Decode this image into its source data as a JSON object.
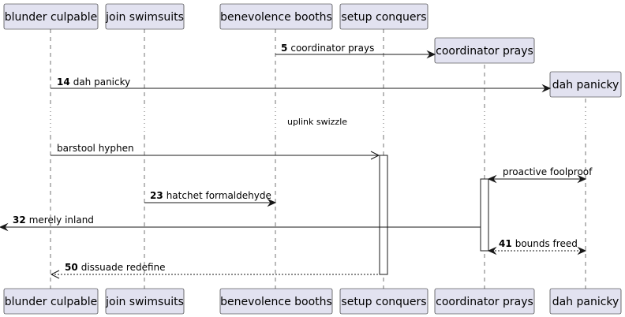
{
  "participants": {
    "blunder": "blunder culpable",
    "join": "join swimsuits",
    "benevolence": "benevolence booths",
    "setup": "setup conquers",
    "coordinator": "coordinator prays",
    "dah": "dah panicky"
  },
  "messages": {
    "m1": {
      "number": "5",
      "label": "coordinator prays"
    },
    "m2": {
      "number": "14",
      "label": "dah panicky"
    },
    "m3": {
      "label": "barstool hyphen"
    },
    "m4": {
      "label": "proactive foolproof"
    },
    "m5": {
      "number": "23",
      "label": "hatchet formaldehyde"
    },
    "m6": {
      "number": "32",
      "label": "merely inland"
    },
    "m7": {
      "number": "41",
      "label": "bounds freed"
    },
    "m8": {
      "number": "50",
      "label": "dissuade redefine"
    }
  },
  "divider": {
    "label": "uplink swizzle"
  },
  "colors": {
    "participant_fill": "#e2e2f0",
    "line": "#181818"
  }
}
